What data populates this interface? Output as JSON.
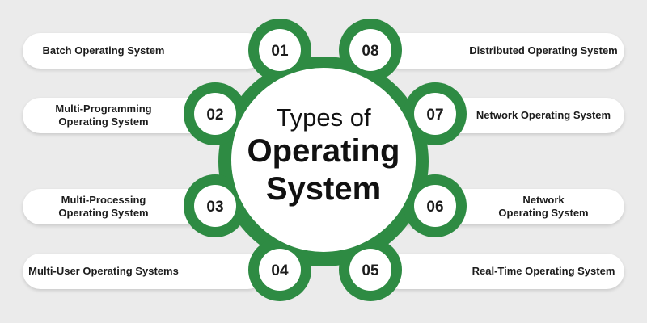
{
  "diagram": {
    "title_line1": "Types of",
    "title_line2": "Operating",
    "title_line3": "System",
    "colors": {
      "ring": "#2e8b43",
      "inner_circle": "#ffffff",
      "badge": "#ffffff",
      "pill": "#ffffff",
      "background": "#ebebeb",
      "text": "#1c1c1c"
    },
    "items": [
      {
        "number": "01",
        "label": "Batch Operating System"
      },
      {
        "number": "02",
        "label": "Multi-Programming\nOperating System"
      },
      {
        "number": "03",
        "label": "Multi-Processing\nOperating System"
      },
      {
        "number": "04",
        "label": "Multi-User Operating Systems"
      },
      {
        "number": "05",
        "label": "Real-Time Operating System"
      },
      {
        "number": "06",
        "label": "Network\nOperating System"
      },
      {
        "number": "07",
        "label": "Network Operating System"
      },
      {
        "number": "08",
        "label": "Distributed Operating System"
      }
    ]
  }
}
